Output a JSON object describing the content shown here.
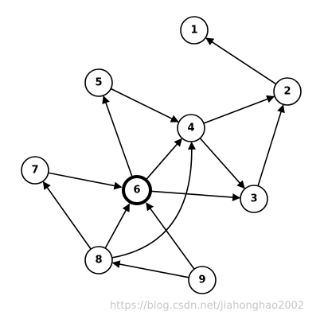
{
  "graph": {
    "nodes": [
      {
        "id": "1",
        "label": "1",
        "highlight": false
      },
      {
        "id": "2",
        "label": "2",
        "highlight": false
      },
      {
        "id": "3",
        "label": "3",
        "highlight": false
      },
      {
        "id": "4",
        "label": "4",
        "highlight": false
      },
      {
        "id": "5",
        "label": "5",
        "highlight": false
      },
      {
        "id": "6",
        "label": "6",
        "highlight": true
      },
      {
        "id": "7",
        "label": "7",
        "highlight": false
      },
      {
        "id": "8",
        "label": "8",
        "highlight": false
      },
      {
        "id": "9",
        "label": "9",
        "highlight": false
      }
    ],
    "edges": [
      {
        "from": "2",
        "to": "1"
      },
      {
        "from": "4",
        "to": "2"
      },
      {
        "from": "3",
        "to": "2"
      },
      {
        "from": "5",
        "to": "4"
      },
      {
        "from": "4",
        "to": "3"
      },
      {
        "from": "6",
        "to": "5"
      },
      {
        "from": "6",
        "to": "4"
      },
      {
        "from": "6",
        "to": "3"
      },
      {
        "from": "7",
        "to": "6"
      },
      {
        "from": "8",
        "to": "7"
      },
      {
        "from": "8",
        "to": "6"
      },
      {
        "from": "8",
        "to": "4"
      },
      {
        "from": "9",
        "to": "6"
      },
      {
        "from": "9",
        "to": "8"
      }
    ],
    "colors": {
      "stroke": "#000000",
      "fill": "#ffffff",
      "watermark": "#c8c8c8"
    }
  },
  "watermark": "https://blog.csdn.net/jiahonghao2002"
}
